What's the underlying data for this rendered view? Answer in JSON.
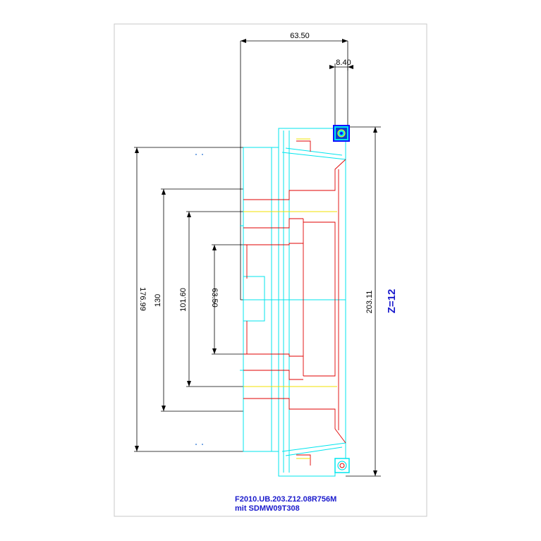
{
  "drawing": {
    "dimensions": {
      "top_width": "63.50",
      "insert_width": "8.40",
      "outer_height": "203.11",
      "dia_176": "176.99",
      "dia_130": "130",
      "dia_101": "101.60",
      "dia_63": "63.50"
    },
    "tooth_count": "Z=12",
    "caption": {
      "line1": "F2010.UB.203.Z12.08R756M",
      "line2": "mit SDMW09T308"
    },
    "colors": {
      "dimension": "#000000",
      "body_outline": "#00e5ee",
      "section": "#e00000",
      "centerline": "#f0e000",
      "insert": "#1010ff",
      "label": "#1a1acc",
      "frame": "#c8c8c8"
    },
    "icons": [
      "insert-top-icon",
      "insert-bottom-icon"
    ]
  }
}
